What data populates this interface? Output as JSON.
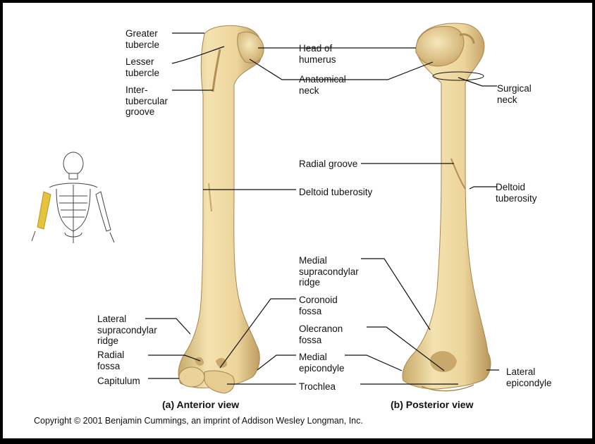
{
  "colors": {
    "bone": "#efd9a0",
    "bone_shade": "#c8a868",
    "highlight": "#e5c33a",
    "leader": "#111111",
    "frame": "#000000",
    "panel": "#ffffff"
  },
  "labels": {
    "greater_tubercle": [
      "Greater",
      "tubercle"
    ],
    "lesser_tubercle": [
      "Lesser",
      "tubercle"
    ],
    "intertubercular_groove": [
      "Inter-",
      "tubercular",
      "groove"
    ],
    "head_of_humerus": [
      "Head of",
      "humerus"
    ],
    "anatomical_neck": [
      "Anatomical",
      "neck"
    ],
    "surgical_neck": [
      "Surgical",
      "neck"
    ],
    "radial_groove": [
      "Radial groove"
    ],
    "deltoid_tuberosity_anterior": [
      "Deltoid tuberosity"
    ],
    "deltoid_tuberosity_posterior": [
      "Deltoid",
      "tuberosity"
    ],
    "medial_supracondylar_ridge": [
      "Medial",
      "supracondylar",
      "ridge"
    ],
    "coronoid_fossa": [
      "Coronoid",
      "fossa"
    ],
    "olecranon_fossa": [
      "Olecranon",
      "fossa"
    ],
    "medial_epicondyle": [
      "Medial",
      "epicondyle"
    ],
    "trochlea": [
      "Trochlea"
    ],
    "lateral_epicondyle": [
      "Lateral",
      "epicondyle"
    ],
    "lateral_supracondylar_ridge": [
      "Lateral",
      "supracondylar",
      "ridge"
    ],
    "radial_fossa": [
      "Radial",
      "fossa"
    ],
    "capitulum": [
      "Capitulum"
    ]
  },
  "captions": {
    "anterior": "(a)  Anterior view",
    "posterior": "(b)  Posterior view"
  },
  "copyright": "Copyright © 2001 Benjamin Cummings, an imprint of Addison Wesley Longman, Inc."
}
